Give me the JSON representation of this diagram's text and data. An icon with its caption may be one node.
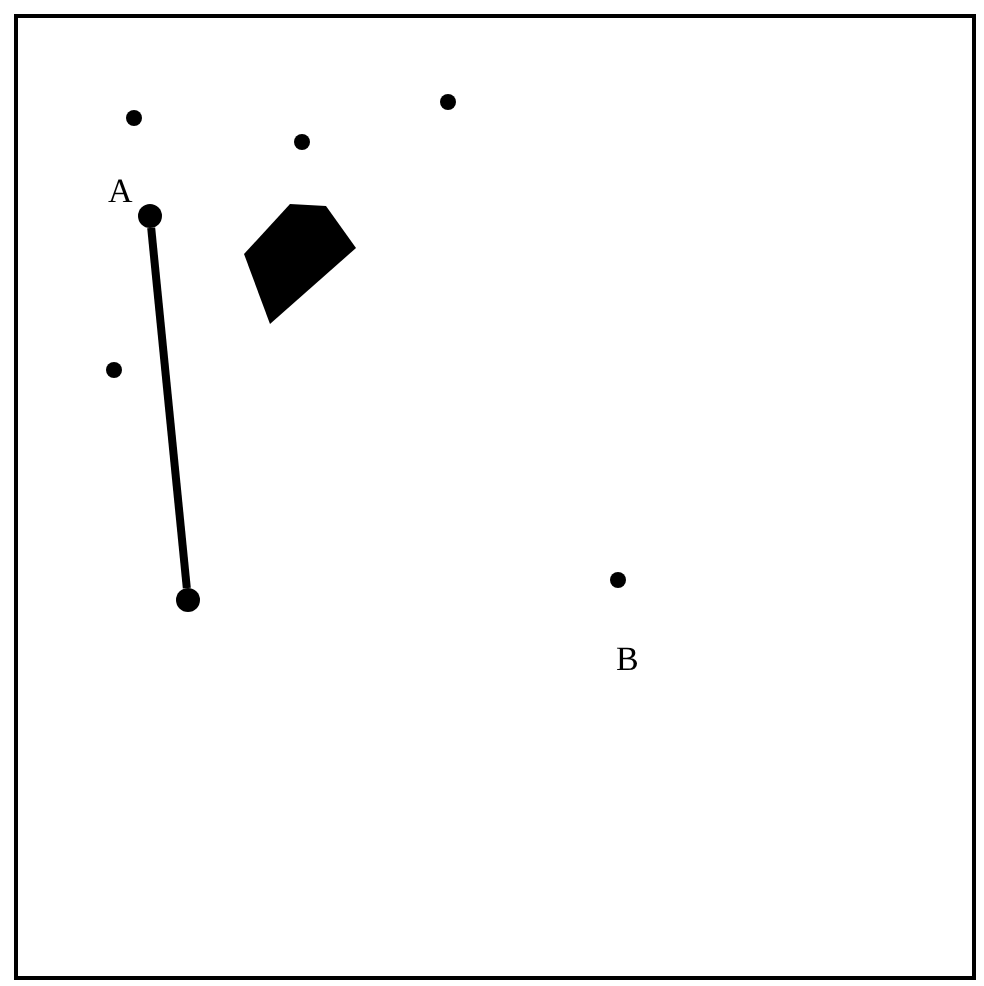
{
  "diagram": {
    "nodes": [
      {
        "text": [],
        "shape": "circle"
      },
      {
        "text": [],
        "shape": "circle"
      }
    ],
    "edges": [
      {
        "from": 0,
        "to": 1,
        "arrow": "none"
      }
    ],
    "labels": [
      "A",
      "B"
    ]
  }
}
